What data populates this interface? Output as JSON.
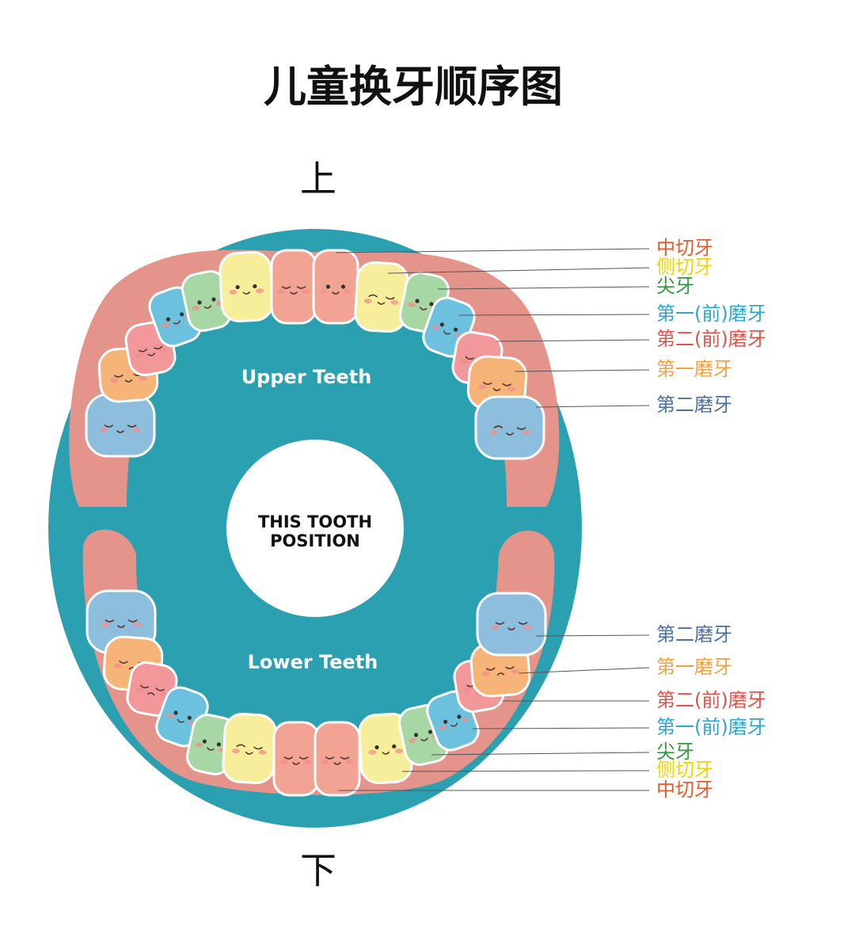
{
  "title": "儿童换牙顺序图",
  "direction": {
    "top": "上",
    "bottom": "下"
  },
  "jaw": {
    "upper": "Upper Teeth",
    "lower": "Lower Teeth"
  },
  "center": {
    "line1": "THIS TOOTH",
    "line2": "POSITION"
  },
  "colors": {
    "background": "#ffffff",
    "ring": "#2ba0b1",
    "gum": "#e4948a",
    "central_incisor": "#f3a394",
    "lateral_incisor": "#f7ee9c",
    "canine": "#a7d7a4",
    "first_premolar": "#6cc2de",
    "second_premolar": "#f2989a",
    "first_molar": "#f6b478",
    "second_molar": "#8ebede"
  },
  "labels": {
    "upper": [
      {
        "text": "中切牙",
        "color": "#ea5a2a",
        "tooth": "central_incisor"
      },
      {
        "text": "侧切牙",
        "color": "#f4d400",
        "tooth": "lateral_incisor"
      },
      {
        "text": "尖牙",
        "color": "#2f9b3c",
        "tooth": "canine"
      },
      {
        "text": "第一(前)磨牙",
        "color": "#2aa7d4",
        "tooth": "first_premolar"
      },
      {
        "text": "第二(前)磨牙",
        "color": "#e35248",
        "tooth": "second_premolar"
      },
      {
        "text": "第一磨牙",
        "color": "#f2a244",
        "tooth": "first_molar"
      },
      {
        "text": "第二磨牙",
        "color": "#4a70a6",
        "tooth": "second_molar"
      }
    ],
    "lower": [
      {
        "text": "第二磨牙",
        "color": "#4a70a6",
        "tooth": "second_molar"
      },
      {
        "text": "第一磨牙",
        "color": "#f2a244",
        "tooth": "first_molar"
      },
      {
        "text": "第二(前)磨牙",
        "color": "#e35248",
        "tooth": "second_premolar"
      },
      {
        "text": "第一(前)磨牙",
        "color": "#2aa7d4",
        "tooth": "first_premolar"
      },
      {
        "text": "尖牙",
        "color": "#2f9b3c",
        "tooth": "canine"
      },
      {
        "text": "侧切牙",
        "color": "#f4d400",
        "tooth": "lateral_incisor"
      },
      {
        "text": "中切牙",
        "color": "#ea5a2a",
        "tooth": "central_incisor"
      }
    ]
  }
}
